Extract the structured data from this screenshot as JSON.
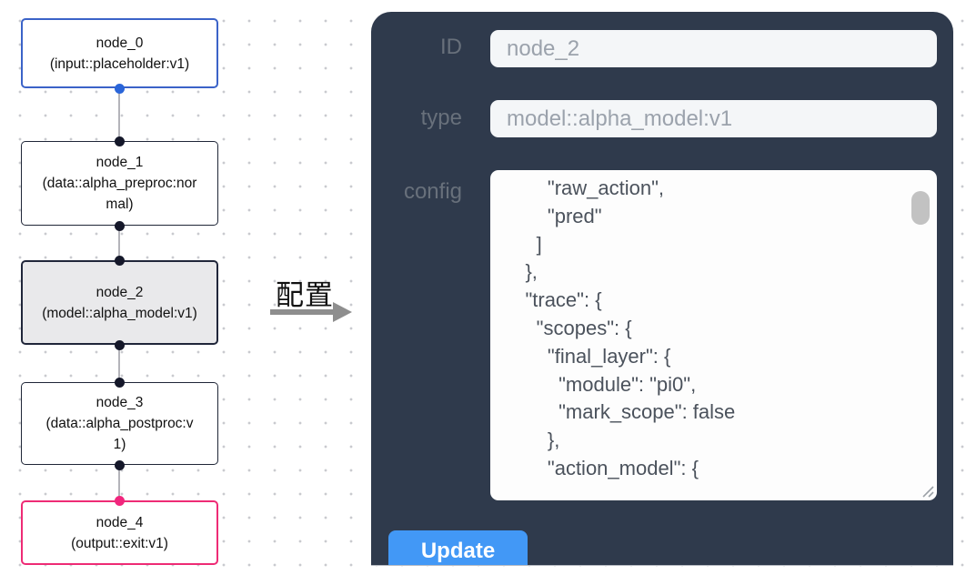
{
  "flow": {
    "nodes": [
      {
        "id": "node_0",
        "title": "node_0",
        "subtitle": "(input::placeholder:v1)",
        "variant": "input"
      },
      {
        "id": "node_1",
        "title": "node_1",
        "subtitle": "(data::alpha_preproc:normal)",
        "variant": "default"
      },
      {
        "id": "node_2",
        "title": "node_2",
        "subtitle": "(model::alpha_model:v1)",
        "variant": "selected"
      },
      {
        "id": "node_3",
        "title": "node_3",
        "subtitle": "(data::alpha_postproc:v1)",
        "variant": "default"
      },
      {
        "id": "node_4",
        "title": "node_4",
        "subtitle": "(output::exit:v1)",
        "variant": "output"
      }
    ],
    "colors": {
      "input_border": "#3b63c8",
      "default_border": "#1f2637",
      "selected_fill": "#e9e9eb",
      "output_border": "#ee2b75",
      "edge_line": "#b4b4ba",
      "handle_dark": "#15182a",
      "handle_blue": "#2a65d9",
      "handle_pink": "#f1267d"
    }
  },
  "transition": {
    "label": "配置",
    "arrow_color": "#8e8e8e"
  },
  "panel": {
    "background": "#2f3a4c",
    "fields": [
      {
        "label": "ID",
        "value": "node_2"
      },
      {
        "label": "type",
        "value": "model::alpha_model:v1"
      }
    ],
    "config_label": "config",
    "config_text": "        \"raw_action\",\n        \"pred\"\n      ]\n    },\n    \"trace\": {\n      \"scopes\": {\n        \"final_layer\": {\n          \"module\": \"pi0\",\n          \"mark_scope\": false\n        },\n        \"action_model\": {",
    "update_label": "Update",
    "button_color": "#4298f6"
  }
}
